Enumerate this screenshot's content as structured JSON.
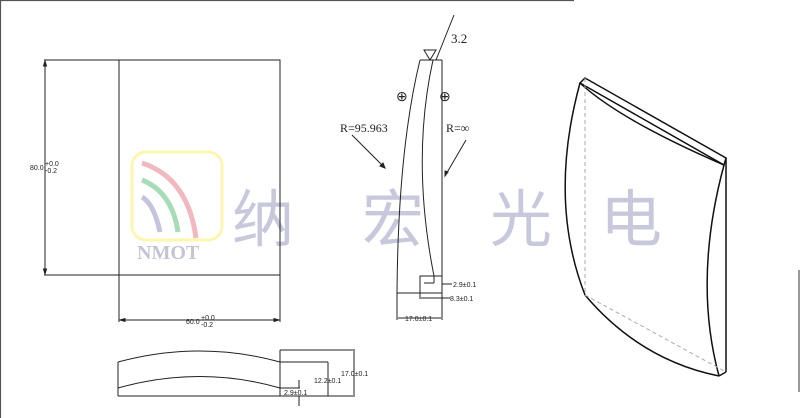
{
  "drawing": {
    "front_view": {
      "height_dim": {
        "value": "80.0",
        "upper_tol": "+0.0",
        "lower_tol": "-0.2"
      },
      "width_dim": {
        "value": "60.0",
        "upper_tol": "+0.0",
        "lower_tol": "-0.2"
      }
    },
    "side_view": {
      "surface_roughness": "3.2",
      "radius_left": "R=95.963",
      "radius_right": "R=∞",
      "dim_edge_thickness": "2.9±0.1",
      "dim_step": "8.3±0.1",
      "dim_total_width": "17.0±0.1",
      "centering_symbol": "⊕"
    },
    "top_view": {
      "dim_total": "17.0±0.1",
      "dim_inner": "12.2±0.1",
      "dim_edge": "2.9±0.1"
    },
    "iso_view": {
      "label": "isometric-lens"
    }
  },
  "watermark": {
    "logo_text": "NMOT",
    "chinese_text": [
      "纳",
      "宏",
      "光",
      "电"
    ],
    "colors": {
      "red": "#f2b8bf",
      "green": "#a8dcb8",
      "blue": "#c4c4dc",
      "yellow": "#fdf6b0"
    }
  }
}
